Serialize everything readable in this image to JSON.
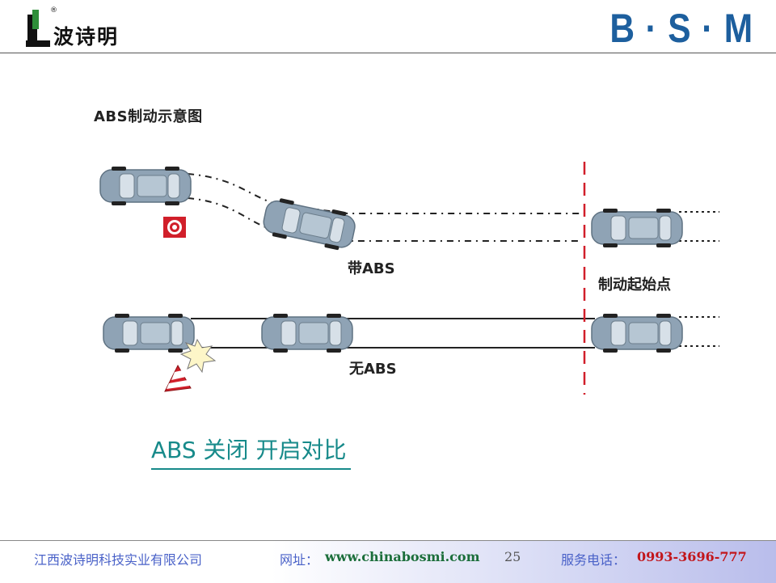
{
  "header": {
    "logo_text": "波诗明",
    "logo_registered": "®",
    "brand": "B · S · M"
  },
  "diagram": {
    "title": "ABS制动示意图",
    "label_with_abs": "带ABS",
    "label_without_abs": "无ABS",
    "label_brake_start": "制动起始点"
  },
  "caption": "ABS 关闭 开启对比",
  "footer": {
    "company": "江西波诗明科技实业有限公司",
    "website_label": "网址：",
    "website": "www.chinabosmi.com",
    "page_number": "25",
    "phone_label": "服务电话：",
    "phone": "0993-3696-777"
  },
  "colors": {
    "brand": "#1d5f9e",
    "caption": "#178a8a",
    "car_body": "#8fa3b5",
    "brake_line": "#d11f2a"
  }
}
